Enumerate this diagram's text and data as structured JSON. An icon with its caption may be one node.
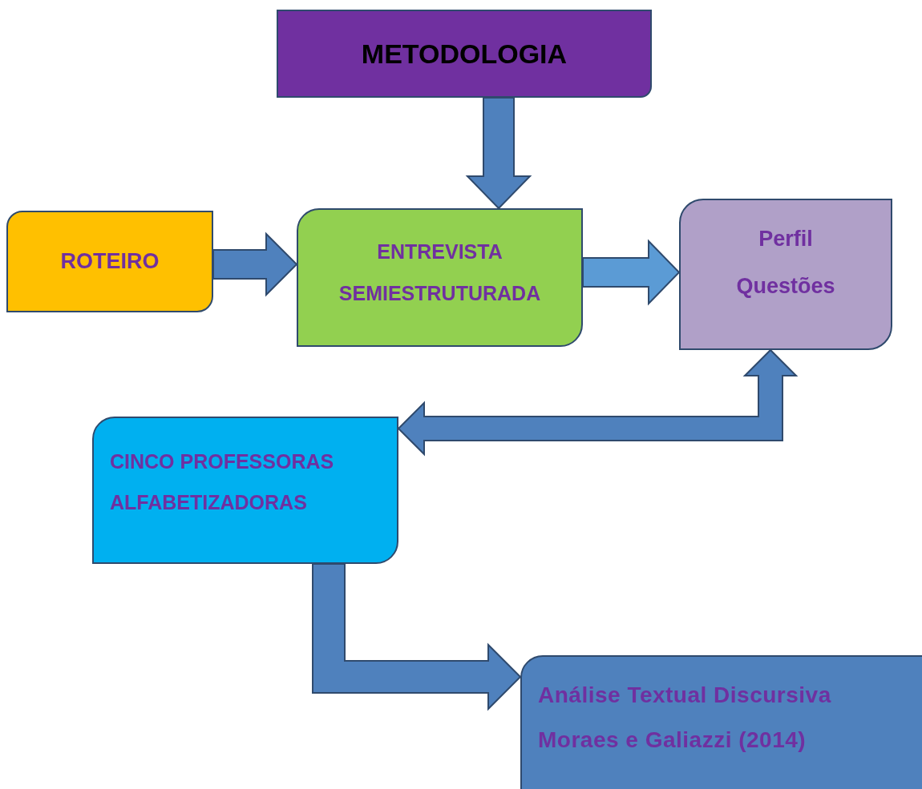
{
  "diagram": {
    "nodes": [
      {
        "text": [
          "METODOLOGIA"
        ]
      },
      {
        "text": [
          "ROTEIRO"
        ]
      },
      {
        "text": [
          "ENTREVISTA SEMIESTRUTURADA"
        ]
      },
      {
        "text": [
          "Perfil",
          "Questões"
        ]
      },
      {
        "text": [
          "CINCO PROFESSORAS ALFABETIZADORAS"
        ]
      },
      {
        "text": [
          "Análise Textual Discursiva",
          "Moraes e Galiazzi (2014)"
        ]
      }
    ],
    "edges": [
      {
        "from": 0,
        "to": 2,
        "arrow": "to"
      },
      {
        "from": 1,
        "to": 2,
        "arrow": "to"
      },
      {
        "from": 2,
        "to": 3,
        "arrow": "to",
        "color": "#5b9bd5"
      },
      {
        "from": 4,
        "to": 3,
        "arrow": "both"
      },
      {
        "from": 4,
        "to": 5,
        "arrow": "to"
      }
    ]
  }
}
